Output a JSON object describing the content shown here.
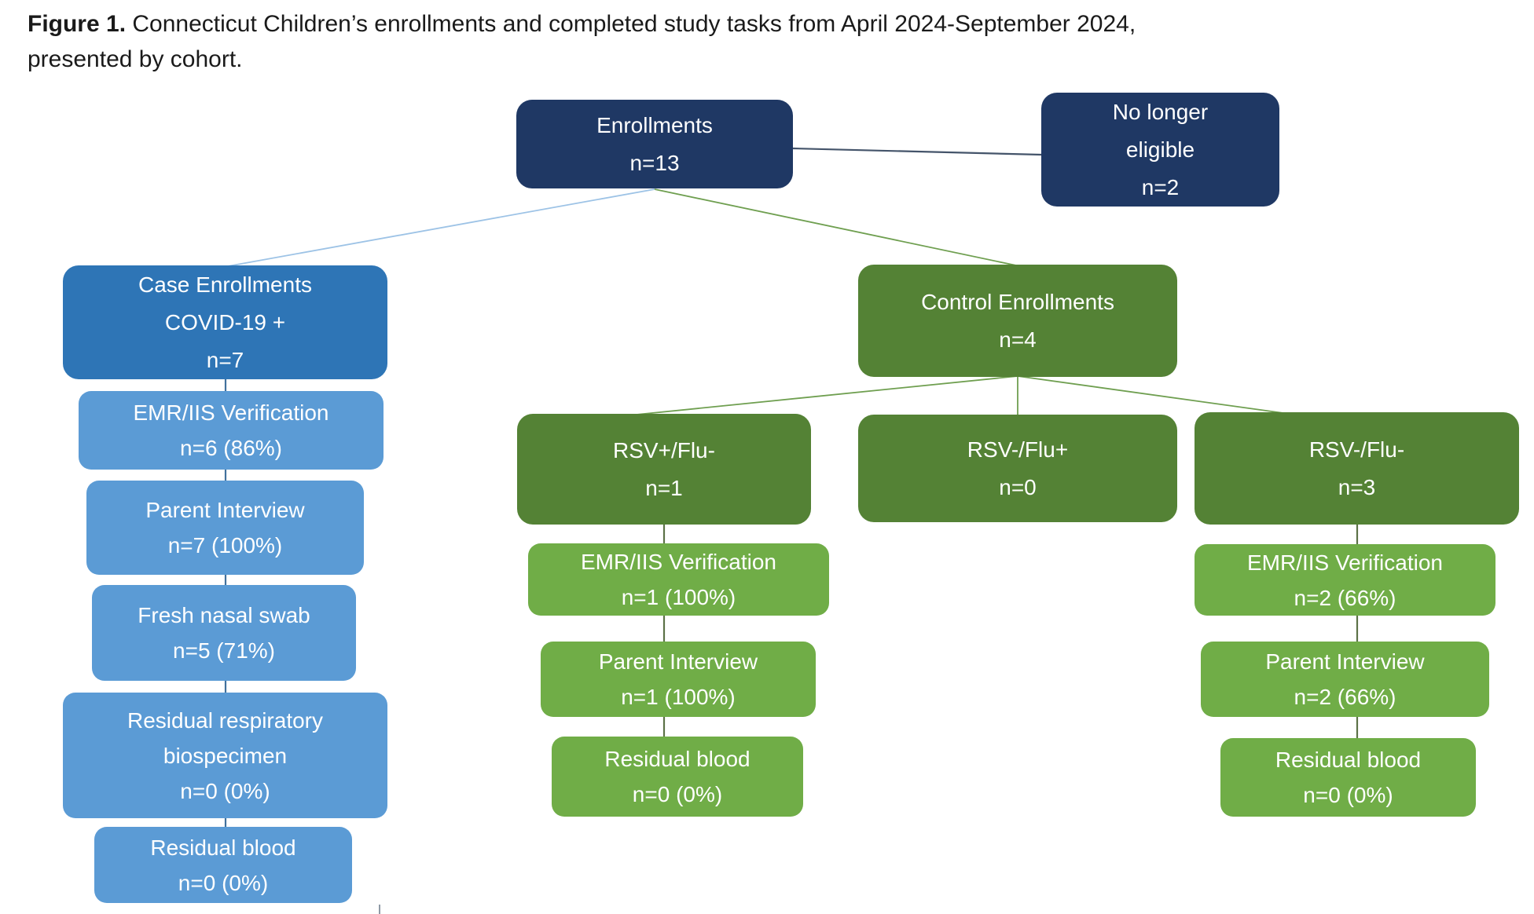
{
  "caption": {
    "label": "Figure 1.",
    "line1": " Connecticut Children’s enrollments and completed study tasks from April 2024-September 2024,",
    "line2": "presented by cohort."
  },
  "colors": {
    "navy": "#1f3864",
    "case_blue": "#2e75b6",
    "light_blue": "#5b9bd5",
    "control_green": "#548235",
    "light_green": "#70ad47",
    "connector_navy": "#44546a",
    "connector_blue": "#41719c",
    "connector_light_blue": "#9dc3e6",
    "connector_green": "#6f9f50",
    "connector_dark_green": "#5c7247"
  },
  "nodes": {
    "enrollments": {
      "lines": [
        "Enrollments",
        "n=13"
      ]
    },
    "no_longer_eligible": {
      "lines": [
        "No longer",
        "eligible",
        "n=2"
      ]
    },
    "case_enrollments": {
      "lines": [
        "Case Enrollments",
        "COVID-19 +",
        "n=7"
      ]
    },
    "case_emr": {
      "lines": [
        "EMR/IIS Verification",
        "n=6 (86%)"
      ]
    },
    "case_parent": {
      "lines": [
        "Parent Interview",
        "n=7 (100%)"
      ]
    },
    "case_swab": {
      "lines": [
        "Fresh nasal swab",
        "n=5 (71%)"
      ]
    },
    "case_residual_resp": {
      "lines": [
        "Residual respiratory",
        "biospecimen",
        "n=0 (0%)"
      ]
    },
    "case_residual_blood": {
      "lines": [
        "Residual blood",
        "n=0 (0%)"
      ]
    },
    "control": {
      "lines": [
        "Control Enrollments",
        "n=4"
      ]
    },
    "rsv_pos_flu_neg": {
      "lines": [
        "RSV+/Flu-",
        "n=1"
      ]
    },
    "rsv_neg_flu_pos": {
      "lines": [
        "RSV-/Flu+",
        "n=0"
      ]
    },
    "rsv_neg_flu_neg": {
      "lines": [
        "RSV-/Flu-",
        "n=3"
      ]
    },
    "rsvpos_emr": {
      "lines": [
        "EMR/IIS Verification",
        "n=1 (100%)"
      ]
    },
    "rsvpos_parent": {
      "lines": [
        "Parent Interview",
        "n=1 (100%)"
      ]
    },
    "rsvpos_residual_blood": {
      "lines": [
        "Residual blood",
        "n=0 (0%)"
      ]
    },
    "rsvneg_emr": {
      "lines": [
        "EMR/IIS Verification",
        "n=2 (66%)"
      ]
    },
    "rsvneg_parent": {
      "lines": [
        "Parent Interview",
        "n=2 (66%)"
      ]
    },
    "rsvneg_residual_blood": {
      "lines": [
        "Residual blood",
        "n=0 (0%)"
      ]
    }
  }
}
